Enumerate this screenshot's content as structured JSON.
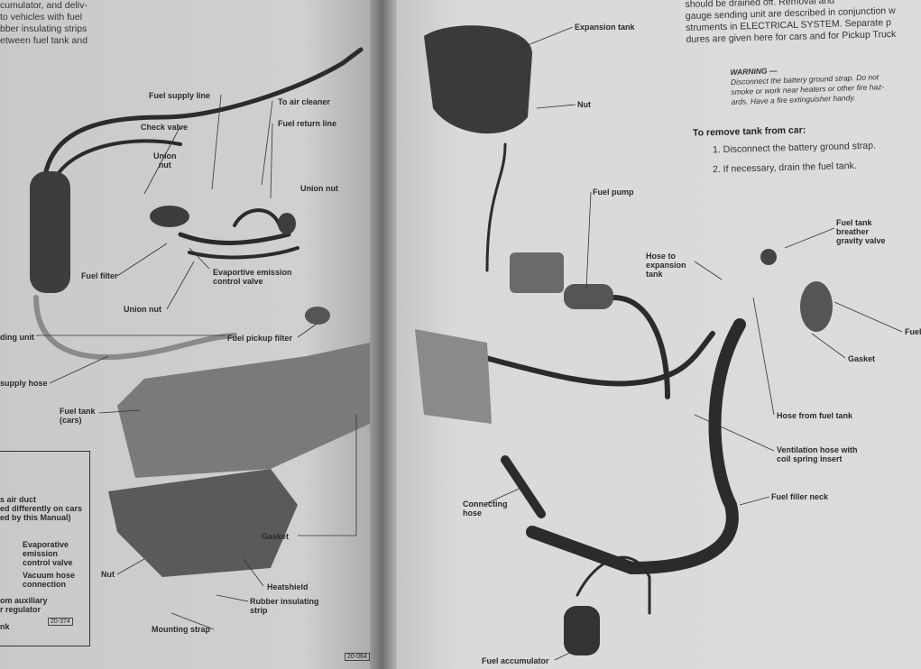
{
  "left_page": {
    "top_text": [
      "cumulator, and deliv-",
      "to vehicles with fuel",
      "bber insulating strips",
      "etween fuel tank and"
    ],
    "labels": {
      "fuel_supply_line": "Fuel supply line",
      "to_air_cleaner": "To air cleaner",
      "check_valve": "Check valve",
      "fuel_return_line": "Fuel return line",
      "union_nut_1": "Union\nnut",
      "union_nut_2": "Union nut",
      "fuel_filter": "Fuel filter",
      "evap_valve": "Evaportive emission\ncontrol valve",
      "union_nut_3": "Union nut",
      "fuel_pickup_filter": "Fuel pickup filter",
      "sending_unit": "ding unit",
      "supply_hose": "supply hose",
      "fuel_tank_cars": "Fuel tank\n(cars)",
      "gasket": "Gasket",
      "nut": "Nut",
      "heatshield": "Heatshield",
      "rubber_strip": "Rubber insulating\nstrip",
      "mounting_strap": "Mounting strap"
    },
    "figure_number": "20-064",
    "inset": {
      "air_duct": "s air duct\ned differently on cars\ned by this Manual)",
      "evap_valve": "Evaporative\nemission\ncontrol valve",
      "vacuum_hose": "Vacuum hose\nconnection",
      "auxiliary": "om auxiliary\nr regulator",
      "tank": "nk",
      "figure_number": "20-374"
    }
  },
  "right_page": {
    "top_text": [
      "should be drained off. Removal and",
      "gauge sending unit are described in conjunction w",
      "struments in ELECTRICAL SYSTEM. Separate p",
      "dures are given here for cars and for Pickup Truck"
    ],
    "warning": {
      "heading": "WARNING —",
      "text": "Disconnect the battery ground strap. Do not\nsmoke or work near heaters or other fire haz-\nards. Have a fire extinguisher handy."
    },
    "procedure_title": "To remove tank from car:",
    "steps": [
      "1.  Disconnect the battery ground strap.",
      "2.  If necessary, drain the fuel tank."
    ],
    "labels": {
      "expansion_tank": "Expansion tank",
      "nut": "Nut",
      "fuel_pump": "Fuel pump",
      "hose_to_expansion_tank": "Hose to\nexpansion\ntank",
      "breather_valve": "Fuel tank\nbreather\ngravity valve",
      "fuel_cap": "Fuel",
      "gasket": "Gasket",
      "hose_from_fuel_tank": "Hose from fuel tank",
      "ventilation_hose": "Ventilation hose with\ncoil spring insert",
      "fuel_filler_neck": "Fuel filler neck",
      "connecting_hose": "Connecting\nhose",
      "fuel_accumulator": "Fuel accumulator"
    }
  }
}
